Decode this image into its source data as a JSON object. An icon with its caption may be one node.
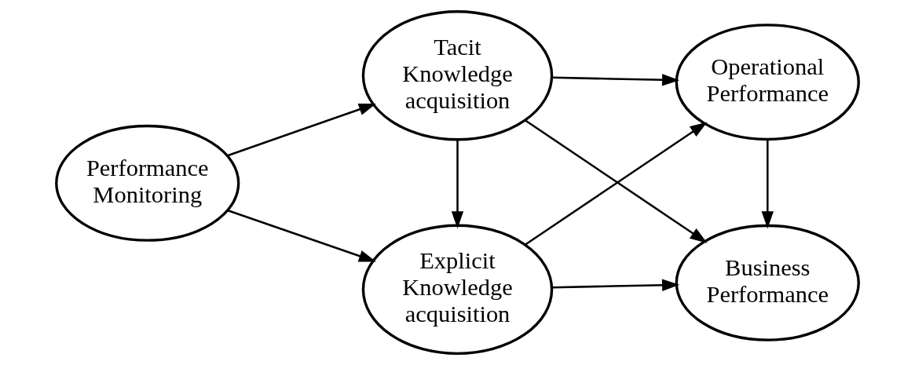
{
  "diagram": {
    "nodes": [
      {
        "text": [
          "Performance Monitoring"
        ]
      },
      {
        "text": [
          "Tacit Knowledge acquisition"
        ]
      },
      {
        "text": [
          "Explicit Knowledge acquisition"
        ]
      },
      {
        "text": [
          "Operational Performance"
        ]
      },
      {
        "text": [
          "Business Performance"
        ]
      }
    ],
    "edges": [
      {
        "from": 0,
        "to": 1,
        "arrow": "to"
      },
      {
        "from": 0,
        "to": 2,
        "arrow": "to"
      },
      {
        "from": 1,
        "to": 2,
        "arrow": "to"
      },
      {
        "from": 1,
        "to": 3,
        "arrow": "to"
      },
      {
        "from": 1,
        "to": 4,
        "arrow": "to"
      },
      {
        "from": 2,
        "to": 3,
        "arrow": "to"
      },
      {
        "from": 2,
        "to": 4,
        "arrow": "to"
      },
      {
        "from": 3,
        "to": 4,
        "arrow": "to"
      }
    ]
  }
}
